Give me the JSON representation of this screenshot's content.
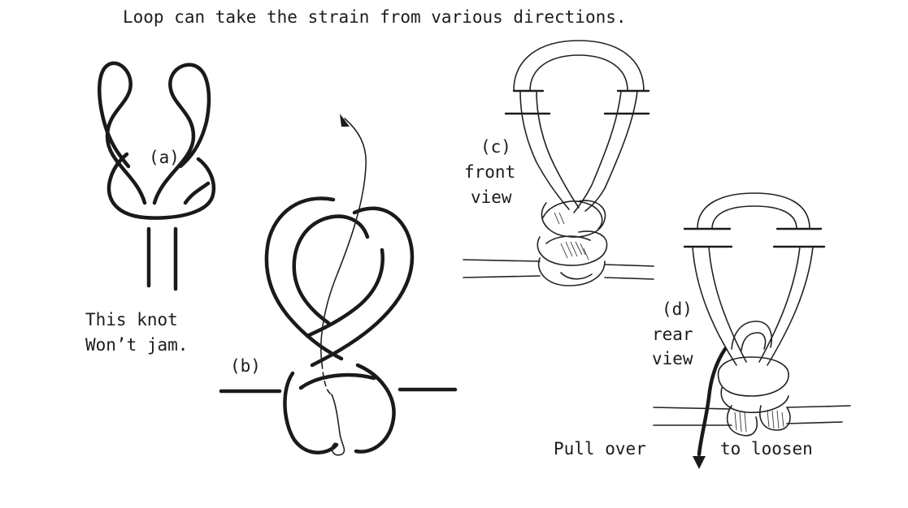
{
  "header": {
    "line": "Loop can take the strain from various directions."
  },
  "figures": {
    "a": {
      "label": "(a)",
      "note_line1": "This knot",
      "note_line2": "Won’t jam."
    },
    "b": {
      "label": "(b)"
    },
    "c": {
      "label": "(c)",
      "view_line1": "front",
      "view_line2": "view"
    },
    "d": {
      "label": "(d)",
      "view_line1": "rear",
      "view_line2": "view"
    }
  },
  "footer": {
    "pull_text": "Pull over",
    "loosen_text": "to loosen"
  },
  "colors": {
    "ink": "#1a1a1a",
    "paper": "#ffffff"
  }
}
